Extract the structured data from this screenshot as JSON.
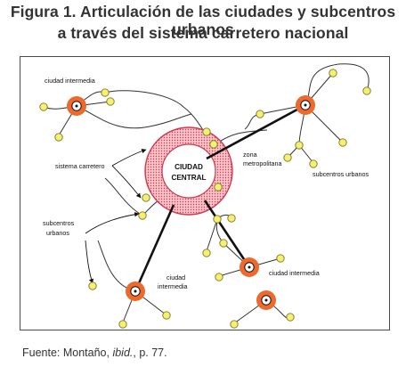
{
  "header": {
    "title_line1": "Figura 1. Articulación de las ciudades y subcentros urbanos",
    "title_line2": "a través del sistema carretero nacional"
  },
  "diagram": {
    "central_city_line1": "CIUDAD",
    "central_city_line2": "CENTRAL",
    "label_ciudad_intermedia_top": "ciudad intermedia",
    "label_zona_line1": "zona",
    "label_zona_line2": "metropolitana",
    "label_sistema_carretero": "sistema carretero",
    "label_subcentros_urbanos_right": "subcentros urbanos",
    "label_subcentros_line1": "subcentros",
    "label_subcentros_line2": "urbanos",
    "label_ciudad_bottom_line1": "ciudad",
    "label_ciudad_bottom_line2": "intermedia",
    "label_ciudad_intermedia_right": "ciudad intermedia",
    "colors": {
      "central_fill": "#f4a8b0",
      "central_stroke": "#d03a50",
      "city_ring": "#ee6a2c",
      "city_core": "#ffffff",
      "node_fill": "#f5ef72",
      "node_stroke": "#7a7a22",
      "line": "#111111"
    }
  },
  "footer": {
    "source_prefix": "Fuente: Montaño, ",
    "source_italic": "ibid.",
    "source_suffix": ", p. 77."
  }
}
